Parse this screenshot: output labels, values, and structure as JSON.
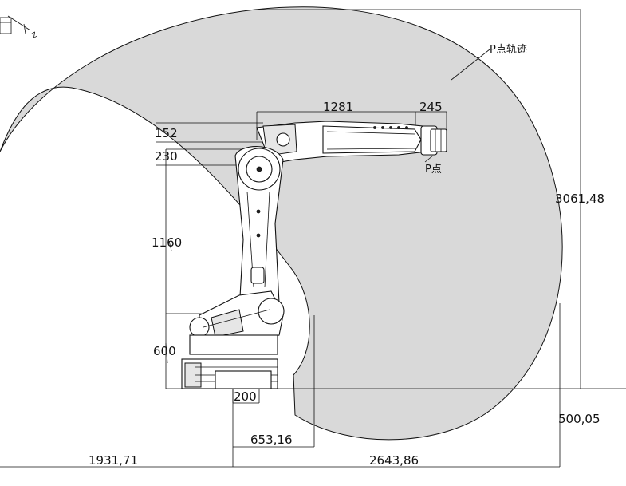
{
  "labels": {
    "trajectory": "P点轨迹",
    "point": "P点",
    "axis_z": "Z"
  },
  "dimensions": {
    "top_reach": "1281",
    "wrist_offset": "245",
    "height_152": "152",
    "height_230": "230",
    "arm_length": "1160",
    "base_height": "600",
    "base_offset": "200",
    "inner_radius": "653,16",
    "rear_reach": "1931,71",
    "front_reach": "2643,86",
    "total_height": "3061,48",
    "lower_reach": "500,05"
  },
  "colors": {
    "workspace_fill": "#d9d9d9",
    "line": "#111111"
  }
}
